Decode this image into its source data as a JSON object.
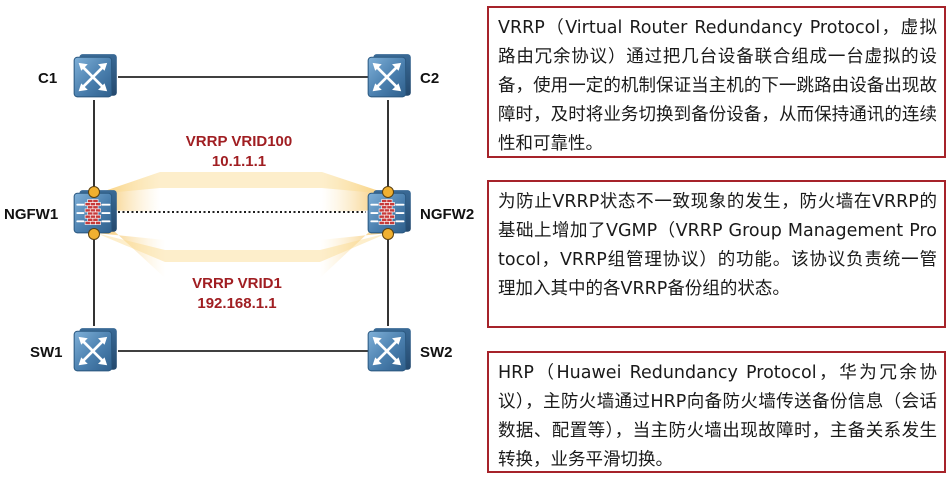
{
  "diagram": {
    "nodes": {
      "c1": "C1",
      "c2": "C2",
      "ngfw1": "NGFW1",
      "ngfw2": "NGFW2",
      "sw1": "SW1",
      "sw2": "SW2"
    },
    "vrrp_upper": {
      "name": "VRRP VRID100",
      "ip": "10.1.1.1"
    },
    "vrrp_lower": {
      "name": "VRRP VRID1",
      "ip": "192.168.1.1"
    },
    "colors": {
      "device_fill": "#4a7fae",
      "device_border": "#2c5a82",
      "vrrp_text": "#a01e22",
      "box_border": "#a6232a",
      "interface_dot": "#f0b030",
      "glow": "#f6c867"
    },
    "icons": {
      "router": "router-icon",
      "firewall": "firewall-icon",
      "switch": "switch-icon"
    }
  },
  "info": {
    "vrrp_text": "VRRP（Virtual Router Redundancy Protocol，虚拟路由冗余协议）通过把几台设备联合组成一台虚拟的设备，使用一定的机制保证当主机的下一跳路由设备出现故障时，及时将业务切换到备份设备，从而保持通讯的连续性和可靠性。",
    "vgmp_text": "为防止VRRP状态不一致现象的发生，防火墙在VRRP的基础上增加了VGMP（VRRP Group Management Protocol，VRRP组管理协议）的功能。该协议负责统一管理加入其中的各VRRP备份组的状态。",
    "hrp_text": "HRP（Huawei Redundancy Protocol，华为冗余协议），主防火墙通过HRP向备防火墙传送备份信息（会话数据、配置等），当主防火墙出现故障时，主备关系发生转换，业务平滑切换。"
  }
}
